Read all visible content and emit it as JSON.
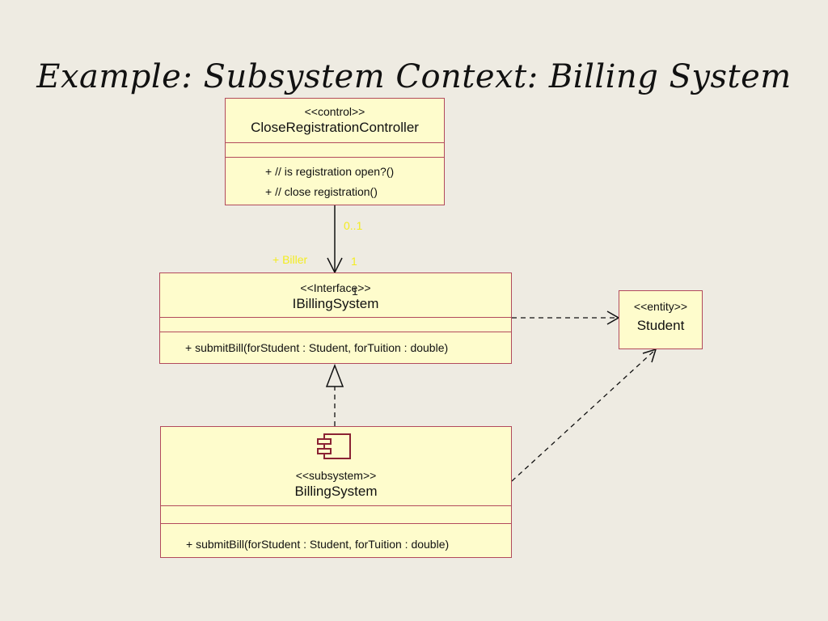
{
  "title": "Example: Subsystem Context: Billing System",
  "controller": {
    "stereotype": "<<control>>",
    "name": "CloseRegistrationController",
    "operations": [
      "+ // is registration open?()",
      "+ // close registration()"
    ]
  },
  "interface": {
    "stereotype": "<<Interface>>",
    "name": "IBillingSystem",
    "operations": [
      "+ submitBill(forStudent : Student, forTuition : double)"
    ]
  },
  "student": {
    "stereotype": "<<entity>>",
    "name": "Student"
  },
  "subsystem": {
    "stereotype": "<<subsystem>>",
    "name": "BillingSystem",
    "operations": [
      "+ submitBill(forStudent : Student, forTuition : double)"
    ]
  },
  "association": {
    "multiplicity_source": "0..1",
    "multiplicity_target": "1",
    "role_name": "+ Biller",
    "overlap_label": "1"
  },
  "colors": {
    "background": "#eeebe2",
    "box_fill": "#fefccc",
    "box_border": "#b24a5c",
    "label_yellow": "#f3ec20"
  }
}
